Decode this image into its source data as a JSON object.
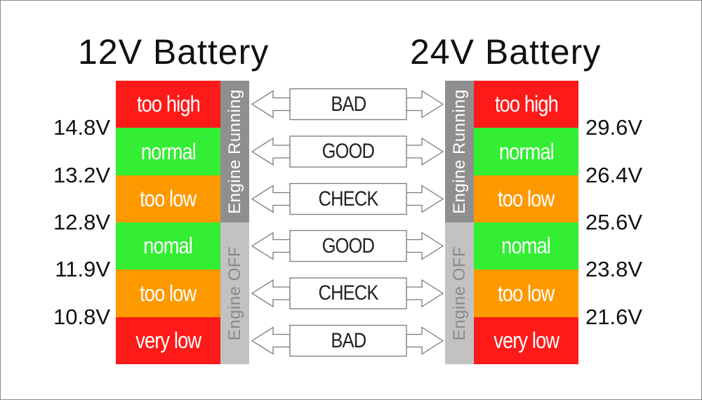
{
  "titles": {
    "left": "12V Battery",
    "right": "24V Battery"
  },
  "colors": {
    "red": "#ff1a1a",
    "green": "#33ee33",
    "orange": "#ff9900",
    "running_band": "#8f8f8f",
    "off_band": "#c2c2c2",
    "off_band_text": "#8a8a8a"
  },
  "states": [
    {
      "label_12v": "too high",
      "label_24v": "too high",
      "color": "red",
      "status": "BAD"
    },
    {
      "label_12v": "normal",
      "label_24v": "normal",
      "color": "green",
      "status": "GOOD"
    },
    {
      "label_12v": "too low",
      "label_24v": "too low",
      "color": "orange",
      "status": "CHECK"
    },
    {
      "label_12v": "nomal",
      "label_24v": "nomal",
      "color": "green",
      "status": "GOOD"
    },
    {
      "label_12v": "too low",
      "label_24v": "too low",
      "color": "orange",
      "status": "CHECK"
    },
    {
      "label_12v": "very low",
      "label_24v": "very low",
      "color": "red",
      "status": "BAD"
    }
  ],
  "thresholds_12v": [
    "14.8V",
    "13.2V",
    "12.8V",
    "11.9V",
    "10.8V"
  ],
  "thresholds_24v": [
    "29.6V",
    "26.4V",
    "25.6V",
    "23.8V",
    "21.6V"
  ],
  "bands": {
    "running": "Engine Running",
    "off": "Engine OFF"
  }
}
